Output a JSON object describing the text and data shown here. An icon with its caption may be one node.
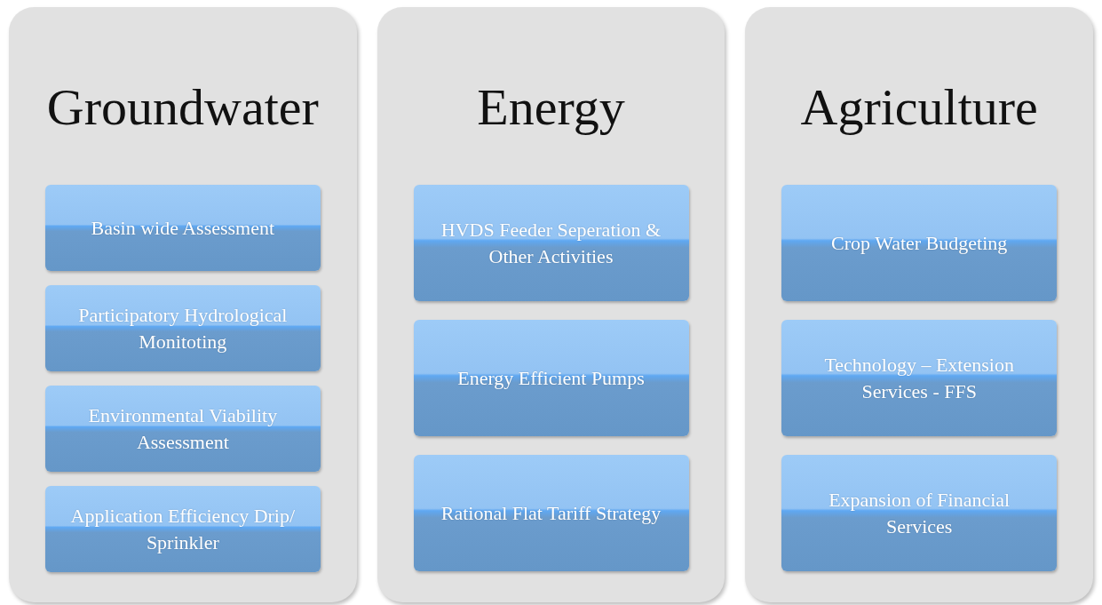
{
  "diagram": {
    "nodes": [
      {
        "text": [
          "Groundwater"
        ]
      },
      {
        "text": [
          "Basin wide Assessment"
        ],
        "in": 0
      },
      {
        "text": [
          "Participatory Hydrological Monitoting"
        ],
        "in": 0
      },
      {
        "text": [
          "Environmental Viability Assessment"
        ],
        "in": 0
      },
      {
        "text": [
          "Application Efficiency Drip/ Sprinkler"
        ],
        "in": 0
      },
      {
        "text": [
          "Energy"
        ]
      },
      {
        "text": [
          "HVDS Feeder Seperation & Other Activities"
        ],
        "in": 5
      },
      {
        "text": [
          "Energy Efficient Pumps"
        ],
        "in": 5
      },
      {
        "text": [
          "Rational Flat Tariff Strategy"
        ],
        "in": 5
      },
      {
        "text": [
          "Agriculture"
        ]
      },
      {
        "text": [
          "Crop Water Budgeting"
        ],
        "in": 9
      },
      {
        "text": [
          "Technology – Extension Services - FFS"
        ],
        "in": 9
      },
      {
        "text": [
          "Expansion of Financial Services"
        ],
        "in": 9
      }
    ]
  }
}
